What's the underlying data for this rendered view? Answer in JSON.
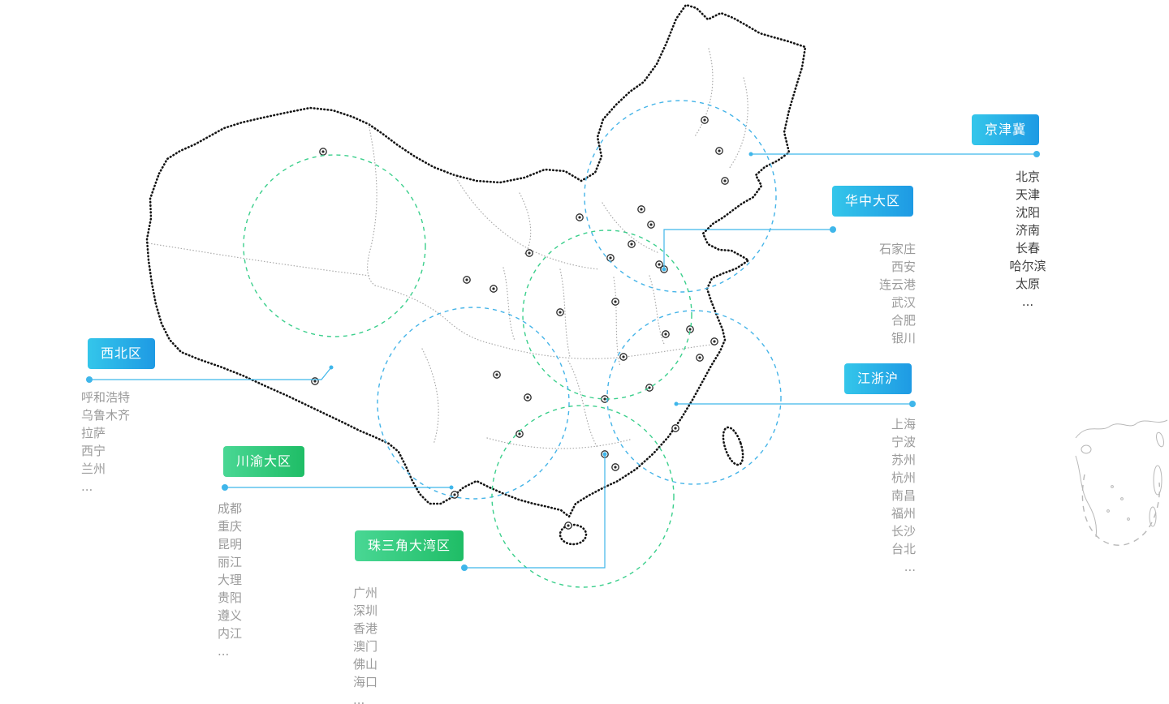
{
  "regions": [
    {
      "id": "jingjinji",
      "label": "京津冀",
      "color_type": "blue",
      "cities": [
        "北京",
        "天津",
        "沈阳",
        "济南",
        "长春",
        "哈尔滨",
        "太原",
        "..."
      ]
    },
    {
      "id": "huazhong",
      "label": "华中大区",
      "color_type": "blue",
      "cities": [
        "石家庄",
        "西安",
        "连云港",
        "武汉",
        "合肥",
        "银川"
      ]
    },
    {
      "id": "xibei",
      "label": "西北区",
      "color_type": "blue",
      "cities": [
        "呼和浩特",
        "乌鲁木齐",
        "拉萨",
        "西宁",
        "兰州",
        "..."
      ]
    },
    {
      "id": "jiangzhehu",
      "label": "江浙沪",
      "color_type": "blue",
      "cities": [
        "上海",
        "宁波",
        "苏州",
        "杭州",
        "南昌",
        "福州",
        "长沙",
        "台北",
        "..."
      ]
    },
    {
      "id": "chuanyu",
      "label": "川渝大区",
      "color_type": "green",
      "cities": [
        "成都",
        "重庆",
        "昆明",
        "丽江",
        "大理",
        "贵阳",
        "遵义",
        "内江",
        "..."
      ]
    },
    {
      "id": "zhusanjiao",
      "label": "珠三角大湾区",
      "color_type": "green",
      "cities": [
        "广州",
        "深圳",
        "香港",
        "澳门",
        "佛山",
        "海口",
        "..."
      ]
    }
  ],
  "colors": {
    "label_blue_gradient": [
      "#34c6ea",
      "#1e9ae4"
    ],
    "label_green_gradient": [
      "#49d794",
      "#1fbd66"
    ],
    "region_circle_blue": "#45b4e8",
    "region_circle_green": "#3bcf8c",
    "connector_line": "#3fb6ea",
    "city_text": "#9b9b9b",
    "city_text_dark": "#404040",
    "map_outline": "#141414",
    "province_line": "#a8a8a8",
    "inset_line": "#b8b8b8"
  }
}
